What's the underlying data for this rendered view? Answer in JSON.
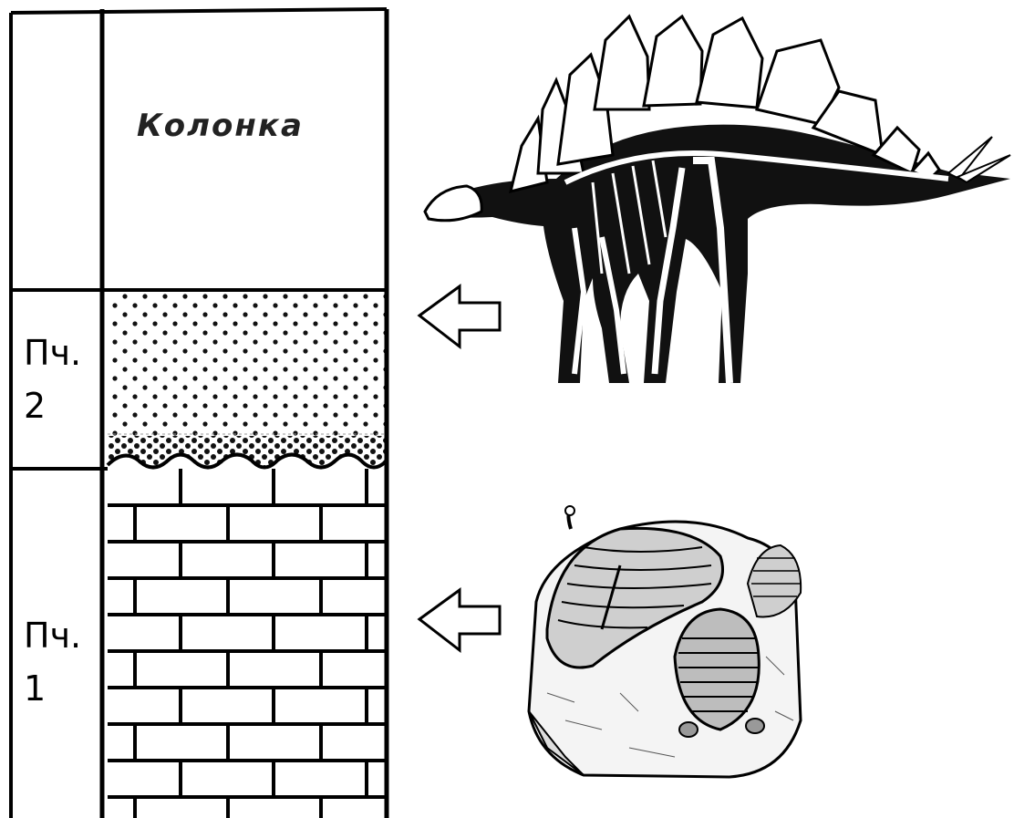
{
  "column": {
    "title": "Колонка",
    "layers": [
      {
        "label": "Пч.\n2",
        "lithology": "sand"
      },
      {
        "label": "Пч.\n1",
        "lithology": "limestone"
      }
    ]
  },
  "fossils": [
    {
      "icon": "stegosaurus-icon",
      "layer": "Пч. 2"
    },
    {
      "icon": "trilobite-icon",
      "layer": "Пч. 1"
    }
  ]
}
